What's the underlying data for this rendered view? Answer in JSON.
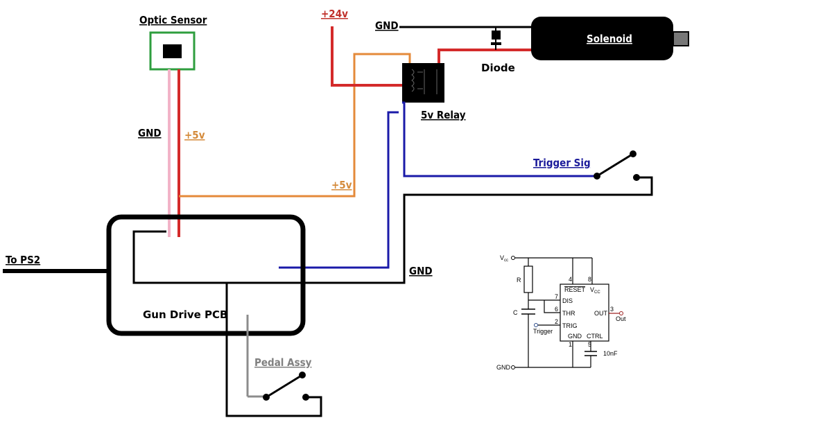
{
  "labels": {
    "optic_sensor": "Optic Sensor",
    "plus24v": "+24v",
    "gnd_top": "GND",
    "solenoid": "Solenoid",
    "diode": "Diode",
    "relay": "5v Relay",
    "gnd_sensor": "GND",
    "plus5v_sensor": "+5v",
    "plus5v_wire": "+5v",
    "trigger_sig": "Trigger Sig",
    "to_ps2": "To PS2",
    "gnd_pcb": "GND",
    "gun_drive_pcb": "Gun Drive PCB",
    "pedal_assy": "Pedal Assy"
  },
  "timer": {
    "vcc": "V",
    "vcc_sub": "cc",
    "r": "R",
    "c": "C",
    "gnd": "GND",
    "pin4": "4",
    "pin8": "8",
    "pin7": "7",
    "pin6": "6",
    "pin2": "2",
    "pin1": "1",
    "pin5": "5",
    "pin3": "3",
    "reset": "RESET",
    "vcc_chip": "V",
    "vcc_chip_sub": "CC",
    "dis": "DIS",
    "thr": "THR",
    "trig": "TRIG",
    "out": "OUT",
    "gnd_chip": "GND",
    "ctrl": "CTRL",
    "trigger": "Trigger",
    "out_label": "Out",
    "cap_value": "10nF"
  },
  "colors": {
    "wire_black": "#000000",
    "wire_red": "#d42a2a",
    "wire_orange": "#e48a3a",
    "wire_blue": "#1a1aa8",
    "wire_pink": "#f2b4c8",
    "wire_gray": "#8c8c8c",
    "sensor_border": "#2e9e3e",
    "label_red": "#c0302a",
    "label_orange": "#d48a3a",
    "label_blue": "#1a1a9a",
    "label_gray": "#808080",
    "out_red": "#9a1a1a",
    "trigger_blue": "#2a4a8a"
  }
}
